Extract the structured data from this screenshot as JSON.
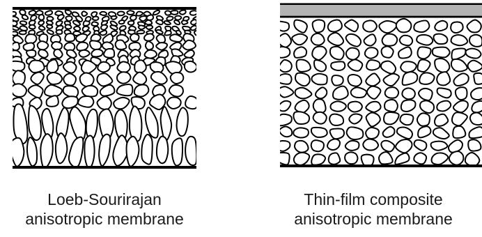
{
  "figure": {
    "left_panel": {
      "line1": "Loeb-Sourirajan",
      "line2": "anisotropic membrane"
    },
    "right_panel": {
      "line1": "Thin-film composite",
      "line2": "anisotropic membrane",
      "top_layer_color": "#b3b3b3"
    }
  }
}
